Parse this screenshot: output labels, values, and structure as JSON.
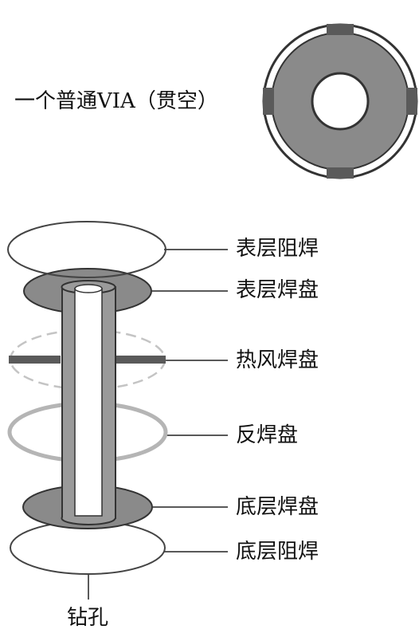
{
  "title": "一个普通VIA（贯空）",
  "layers": {
    "top_mask": "表层阻焊",
    "top_pad": "表层焊盘",
    "thermal_pad": "热风焊盘",
    "anti_pad": "反焊盘",
    "bottom_pad": "底层焊盘",
    "bottom_mask": "底层阻焊"
  },
  "drill": "钻孔",
  "colors": {
    "pad": "#8a8a8a",
    "pad_dark": "#5a5a5a",
    "outline": "#333333",
    "anti_ring": "#b5b5b5",
    "thermal_dash": "#c4c4c4"
  }
}
